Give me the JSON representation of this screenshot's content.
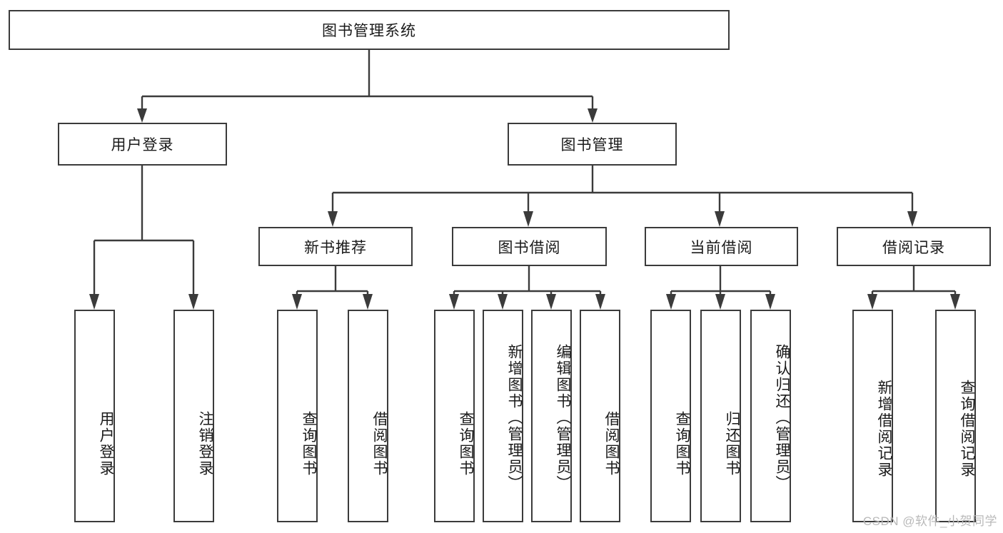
{
  "diagram": {
    "title": "图书管理系统",
    "root": {
      "label": "图书管理系统"
    },
    "level2": [
      {
        "label": "用户登录"
      },
      {
        "label": "图书管理"
      }
    ],
    "level3": [
      {
        "label": "新书推荐"
      },
      {
        "label": "图书借阅"
      },
      {
        "label": "当前借阅"
      },
      {
        "label": "借阅记录"
      }
    ],
    "leaves": {
      "user_login": [
        {
          "label": "用户登录"
        },
        {
          "label": "注销登录"
        }
      ],
      "new_book_recommend": [
        {
          "label": "查询图书"
        },
        {
          "label": "借阅图书"
        }
      ],
      "book_borrow": [
        {
          "label": "查询图书"
        },
        {
          "label": "新增图书（管理员）"
        },
        {
          "label": "编辑图书（管理员）"
        },
        {
          "label": "借阅图书"
        }
      ],
      "current_borrow": [
        {
          "label": "查询图书"
        },
        {
          "label": "归还图书"
        },
        {
          "label": "确认归还（管理员）"
        }
      ],
      "borrow_record": [
        {
          "label": "新增借阅记录"
        },
        {
          "label": "查询借阅记录"
        }
      ]
    }
  },
  "watermark": {
    "text": "CSDN @软件_小贺同学"
  },
  "colors": {
    "stroke": "#3b3b3b",
    "text": "#1a1a1a",
    "background": "#ffffff",
    "watermark": "#b9b9b9"
  }
}
